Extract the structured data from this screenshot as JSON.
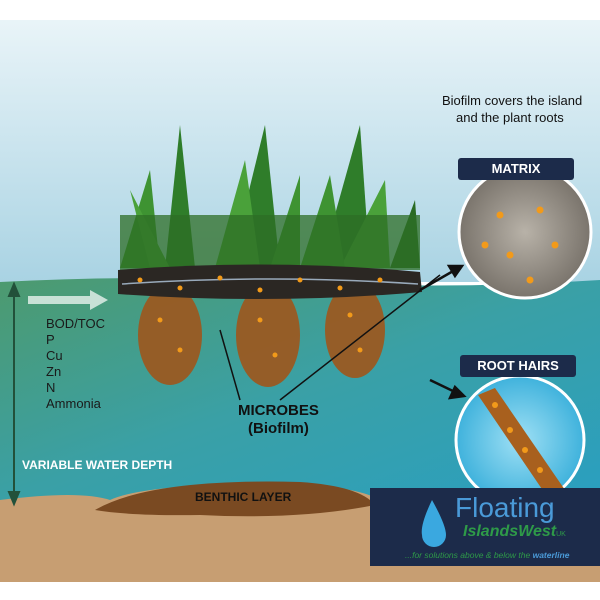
{
  "caption": {
    "line1": "Biofilm covers the island",
    "line2": "and the plant roots"
  },
  "insets": [
    {
      "label": "MATRIX"
    },
    {
      "label": "ROOT HAIRS"
    }
  ],
  "pollutants": [
    "BOD/TOC",
    "P",
    "Cu",
    "Zn",
    "N",
    "Ammonia"
  ],
  "microbes": {
    "line1": "MICROBES",
    "line2": "(Biofilm)"
  },
  "depth_label": "VARIABLE WATER DEPTH",
  "benthic_label": "BENTHIC LAYER",
  "logo": {
    "word1": "Floating",
    "word2": "IslandsWest",
    "suffix": "UK",
    "tagline_start": "...for solutions above & below the ",
    "tagline_end": "waterline"
  },
  "colors": {
    "navy": "#1c2b4a",
    "water": "#3a9aa8",
    "soil": "#8b5a2b"
  }
}
